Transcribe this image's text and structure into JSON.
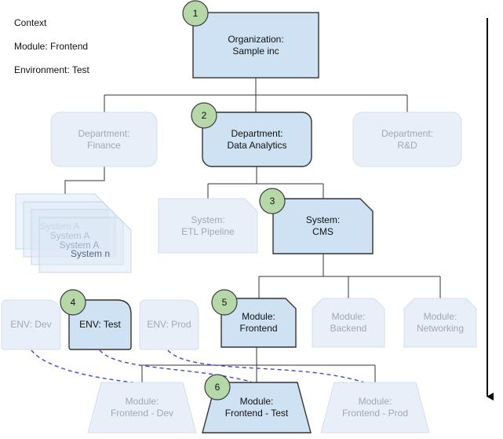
{
  "context": {
    "line1": "Context",
    "line2": "Module: Frontend",
    "line3": "Environment: Test"
  },
  "nodes": {
    "organization": {
      "line1": "Organization:",
      "line2": "Sample inc",
      "badge": "1"
    },
    "dept_finance": {
      "line1": "Department:",
      "line2": "Finance"
    },
    "dept_data_analytics": {
      "line1": "Department:",
      "line2": "Data Analytics",
      "badge": "2"
    },
    "dept_rd": {
      "line1": "Department:",
      "line2": "R&D"
    },
    "system_stack": {
      "labels": [
        "System A",
        "System A",
        "System A",
        "System n"
      ]
    },
    "system_etl": {
      "line1": "System:",
      "line2": "ETL Pipeline"
    },
    "system_cms": {
      "line1": "System:",
      "line2": "CMS",
      "badge": "3"
    },
    "env_dev": {
      "line1": "ENV: Dev"
    },
    "env_test": {
      "line1": "ENV: Test",
      "badge": "4"
    },
    "env_prod": {
      "line1": "ENV: Prod"
    },
    "module_frontend": {
      "line1": "Module:",
      "line2": "Frontend",
      "badge": "5"
    },
    "module_backend": {
      "line1": "Module:",
      "line2": "Backend"
    },
    "module_networking": {
      "line1": "Module:",
      "line2": "Networking"
    },
    "deploy_dev": {
      "line1": "Module:",
      "line2": "Frontend - Dev"
    },
    "deploy_test": {
      "line1": "Module:",
      "line2": "Frontend - Test",
      "badge": "6"
    },
    "deploy_prod": {
      "line1": "Module:",
      "line2": "Frontend - Prod"
    }
  },
  "colors": {
    "highlight_fill": "#cfe2f3",
    "highlight_stroke": "#333333",
    "faded_fill": "#e8eff8",
    "faded_stroke": "#d3dfee",
    "faded_text": "#9fa9b3",
    "badge_fill": "#b6d7a8",
    "badge_stroke": "#3d3d3d",
    "dashed_link": "#4747d1",
    "connector": "#333333",
    "arrow": "#000000"
  }
}
